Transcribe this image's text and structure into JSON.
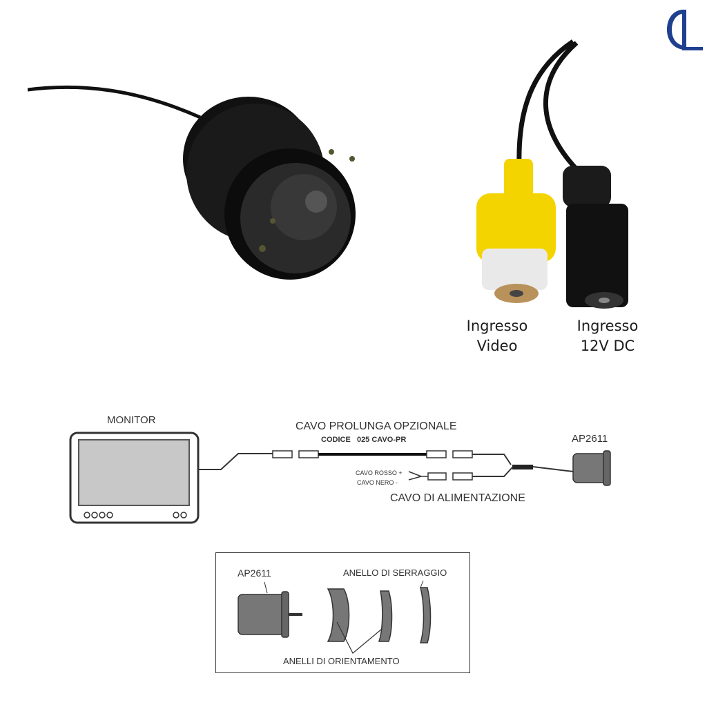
{
  "brand": {
    "logo": "brand-logo-icon",
    "color": "#1f3f8f"
  },
  "photo": {
    "video_input_line1": "Ingresso",
    "video_input_line2": "Video",
    "power_input_line1": "Ingresso",
    "power_input_line2": "12V DC",
    "rca_color": "#f4d400"
  },
  "wiring": {
    "monitor_label": "MONITOR",
    "extension_title": "CAVO PROLUNGA OPZIONALE",
    "extension_code": "CODICE   025 CAVO-PR",
    "camera_label": "AP2611",
    "red_wire": "CAVO ROSSO +",
    "black_wire": "CAVO NERO -",
    "power_cable": "CAVO DI ALIMENTAZIONE"
  },
  "mounting": {
    "camera_label": "AP2611",
    "clamp_ring": "ANELLO DI SERRAGGIO",
    "orient_rings": "ANELLI DI ORIENTAMENTO"
  }
}
